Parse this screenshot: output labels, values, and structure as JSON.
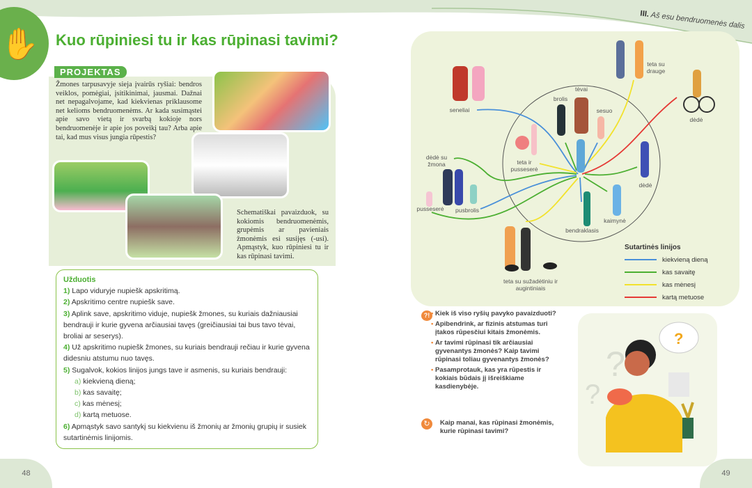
{
  "chapter": {
    "num": "III.",
    "title": "Aš esu bendruomenės dalis"
  },
  "title": "Kuo rūpiniesi tu ir kas rūpinasi tavimi?",
  "badge": "PROJEKTAS",
  "intro": "Žmones tarpusavyje sieja įvairūs ryšiai: bendros veiklos, pomėgiai, įsitikinimai, jausmai. Dažnai net nepagalvojame, kad kiekvienas priklausome net kelioms bendruomenėms. Ar kada susimąstei apie savo vietą ir svarbą kokioje nors bendruomenėje ir apie jos poveikį tau? Arba apie tai, kad mus visus jungia rūpestis?",
  "schema_text": "Schematiškai pavaizduok, su kokiomis bendruomenėmis, grupėmis ar pavieniais žmonėmis esi susijęs (-usi). Apmąstyk, kuo rūpiniesi tu ir kas rūpinasi tavimi.",
  "task": {
    "heading": "Užduotis",
    "steps": [
      {
        "n": "1)",
        "t": "Lapo viduryje nupiešk apskritimą."
      },
      {
        "n": "2)",
        "t": "Apskritimo centre nupiešk save."
      },
      {
        "n": "3)",
        "t": "Aplink save, apskritimo viduje, nupiešk žmones, su kuriais dažniausiai bendrauji ir kurie gyvena arčiausiai tavęs (greičiausiai tai bus tavo tėvai, broliai ar seserys)."
      },
      {
        "n": "4)",
        "t": "Už apskritimo nupiešk žmones, su kuriais bendrauji rečiau ir kurie gyvena didesniu atstumu nuo tavęs."
      },
      {
        "n": "5)",
        "t": "Sugalvok, kokios linijos jungs tave ir asmenis, su kuriais bendrauji:"
      },
      {
        "n": "6)",
        "t": "Apmąstyk savo santykį su kiekvienu iš žmonių ar žmonių grupių ir susiek sutartinėmis linijomis."
      }
    ],
    "sub": [
      {
        "n": "a)",
        "t": "kiekvieną dieną;"
      },
      {
        "n": "b)",
        "t": "kas savaitę;"
      },
      {
        "n": "c)",
        "t": "kas mėnesį;"
      },
      {
        "n": "d)",
        "t": "kartą metuose."
      }
    ]
  },
  "diagram": {
    "labels": {
      "seneliai": "seneliai",
      "teta_drauge": "teta su drauge",
      "dede_bike": "dėdė",
      "tevai": "tėvai",
      "brolis": "brolis",
      "sesuo": "sesuo",
      "teta_pussesere": "teta ir pusseserė",
      "dede_zmona": "dėdė su žmona",
      "dede_right": "dėdė",
      "pussesere": "pusseserė",
      "pusbrolis": "pusbrolis",
      "bendraklasis": "bendraklasis",
      "kaimyne": "kaimynė",
      "teta_suzadetinis": "teta su sužadėtiniu ir augintiniais"
    },
    "legend": {
      "title": "Sutartinės linijos",
      "items": [
        {
          "label": "kiekvieną dieną",
          "color": "#4a90d9"
        },
        {
          "label": "kas savaitę",
          "color": "#4caf32"
        },
        {
          "label": "kas mėnesį",
          "color": "#f2e22c"
        },
        {
          "label": "kartą metuose",
          "color": "#e53935"
        }
      ]
    }
  },
  "questions": [
    "Kiek iš viso ryšių pavyko pavaizduoti?",
    "Apibendrink, ar fizinis atstumas turi įtakos rūpesčiui kitais žmonėmis.",
    "Ar tavimi rūpinasi tik arčiausiai gyvenantys žmonės? Kaip tavimi rūpinasi toliau gyvenantys žmonės?",
    "Pasamprotauk, kas yra rūpestis ir kokiais būdais jį išreiškiame kasdienybėje."
  ],
  "question_icon": "?!",
  "reflection": "Kaip manai, kas rūpinasi žmonėmis, kurie rūpinasi tavimi?",
  "pages": {
    "left": "48",
    "right": "49"
  }
}
